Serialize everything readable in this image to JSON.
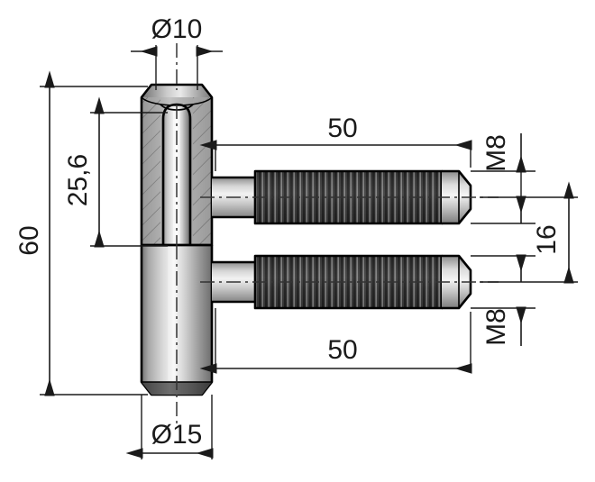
{
  "drawing": {
    "title": "Door hinge technical drawing",
    "units_note": "",
    "line_color": "#1a1a1a",
    "metal_light": "#f2f2f2",
    "metal_mid": "#b8b8b8",
    "metal_dark": "#4a4a4a",
    "thread_dark": "#2e2e2e"
  },
  "dimensions": {
    "top_diameter": {
      "label": "Ø10",
      "value": 10,
      "symbol": "Ø",
      "feature": "pin-diameter",
      "orientation": "horizontal",
      "position": "top"
    },
    "bottom_diameter": {
      "label": "Ø15",
      "value": 15,
      "symbol": "Ø",
      "feature": "barrel-diameter",
      "orientation": "horizontal",
      "position": "bottom"
    },
    "overall_height": {
      "label": "60",
      "value": 60,
      "feature": "overall-body-length",
      "orientation": "vertical",
      "position": "left-outer"
    },
    "upper_height": {
      "label": "25,6",
      "value": 25.6,
      "feature": "upper-leaf-length",
      "orientation": "vertical",
      "position": "left-inner"
    },
    "top_stud_length": {
      "label": "50",
      "value": 50,
      "feature": "upper-stud-length",
      "orientation": "horizontal",
      "position": "upper-right"
    },
    "bottom_stud_length": {
      "label": "50",
      "value": 50,
      "feature": "lower-stud-length",
      "orientation": "horizontal",
      "position": "lower-right"
    },
    "top_thread": {
      "label": "M8",
      "value": "M8",
      "feature": "upper-stud-thread",
      "orientation": "vertical-rotated",
      "position": "right-upper"
    },
    "bottom_thread": {
      "label": "M8",
      "value": "M8",
      "feature": "lower-stud-thread",
      "orientation": "vertical-rotated",
      "position": "right-lower"
    },
    "stud_spacing": {
      "label": "16",
      "value": 16,
      "feature": "stud-centre-spacing",
      "orientation": "vertical-rotated",
      "position": "right-outer"
    }
  }
}
